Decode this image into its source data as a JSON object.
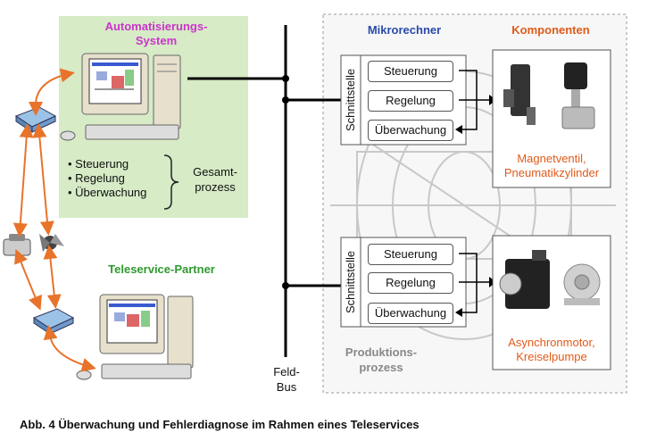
{
  "automation": {
    "title_line1": "Automatisierungs-",
    "title_line2": "System",
    "bullets": [
      "• Steuerung",
      "• Regelung",
      "• Überwachung"
    ],
    "gesamt_line1": "Gesamt-",
    "gesamt_line2": "prozess"
  },
  "teleservice": {
    "title": "Teleservice-Partner"
  },
  "mikrorechner": {
    "title": "Mikrorechner"
  },
  "komponenten": {
    "title": "Komponenten"
  },
  "module_top": {
    "interface": "Schnittstelle",
    "functions": [
      "Steuerung",
      "Regelung",
      "Überwachung"
    ],
    "component_line1": "Magnetventil,",
    "component_line2": "Pneumatikzylinder"
  },
  "module_bottom": {
    "interface": "Schnittstelle",
    "functions": [
      "Steuerung",
      "Regelung",
      "Überwachung"
    ],
    "component_line1": "Asynchronmotor,",
    "component_line2": "Kreiselpumpe"
  },
  "bus": {
    "line1": "Feld-",
    "line2": "Bus"
  },
  "process": {
    "line1": "Produktions-",
    "line2": "prozess"
  },
  "caption": "Abb. 4 Überwachung und Fehlerdiagnose im Rahmen eines Teleservices",
  "colors": {
    "automation_bg": "#d6ebc6",
    "arrows": "#e8732a",
    "component_text": "#e05a1a",
    "automation_title": "#cc33cc",
    "tele_title": "#2e9a2e",
    "mikro_title": "#2a4aa8"
  }
}
